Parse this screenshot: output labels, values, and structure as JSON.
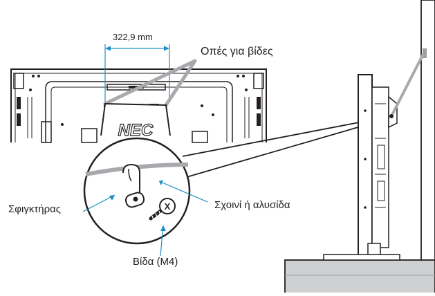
{
  "diagram": {
    "dimension_label": "322,9 mm",
    "holes_label": "Οπές για βίδες",
    "clamp_label": "Σφιγκτήρας",
    "rope_label": "Σχοινί ή αλυσίδα",
    "screw_label": "Βίδα (M4)",
    "brand_label": "NEC",
    "screw_mark": "X"
  },
  "colors": {
    "line": "#231f20",
    "accent": "#1a8fc4",
    "rope": "#a7a9ac",
    "wall": "#9d9fa2",
    "floor": "#cfd0d2"
  }
}
